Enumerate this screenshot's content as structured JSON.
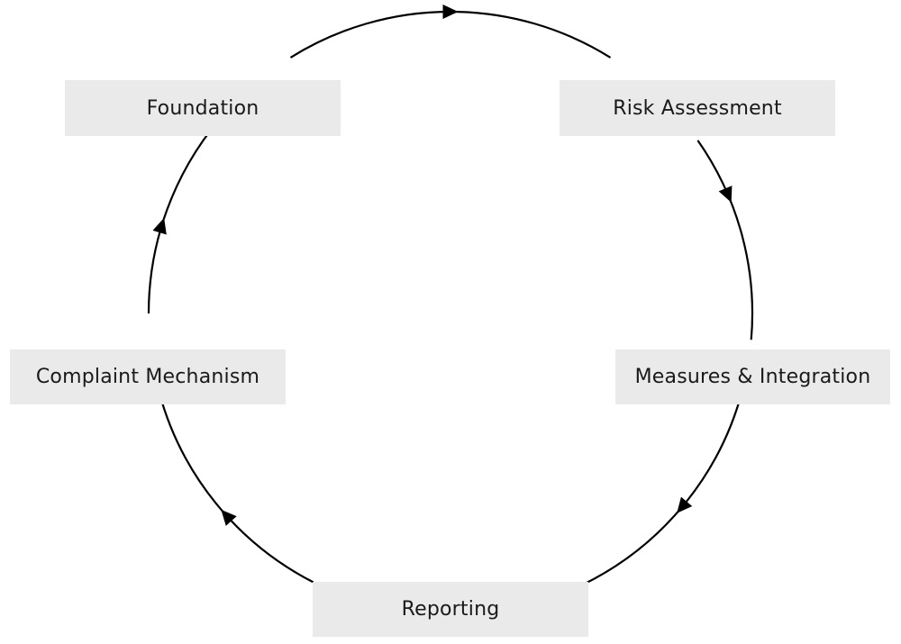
{
  "diagram": {
    "type": "cycle",
    "stroke_color": "#000000",
    "box_color": "#ebeaea",
    "text_color": "#1a1a1a",
    "nodes": [
      {
        "id": "foundation",
        "label": "Foundation"
      },
      {
        "id": "risk-assessment",
        "label": "Risk Assessment"
      },
      {
        "id": "measures-integration",
        "label": "Measures & Integration"
      },
      {
        "id": "reporting",
        "label": "Reporting"
      },
      {
        "id": "complaint-mechanism",
        "label": "Complaint Mechanism"
      }
    ],
    "edges": [
      {
        "from": "foundation",
        "to": "risk-assessment",
        "direction": "clockwise"
      },
      {
        "from": "risk-assessment",
        "to": "measures-integration",
        "direction": "clockwise"
      },
      {
        "from": "measures-integration",
        "to": "reporting",
        "direction": "clockwise"
      },
      {
        "from": "reporting",
        "to": "complaint-mechanism",
        "direction": "clockwise"
      },
      {
        "from": "complaint-mechanism",
        "to": "foundation",
        "direction": "clockwise"
      }
    ]
  }
}
